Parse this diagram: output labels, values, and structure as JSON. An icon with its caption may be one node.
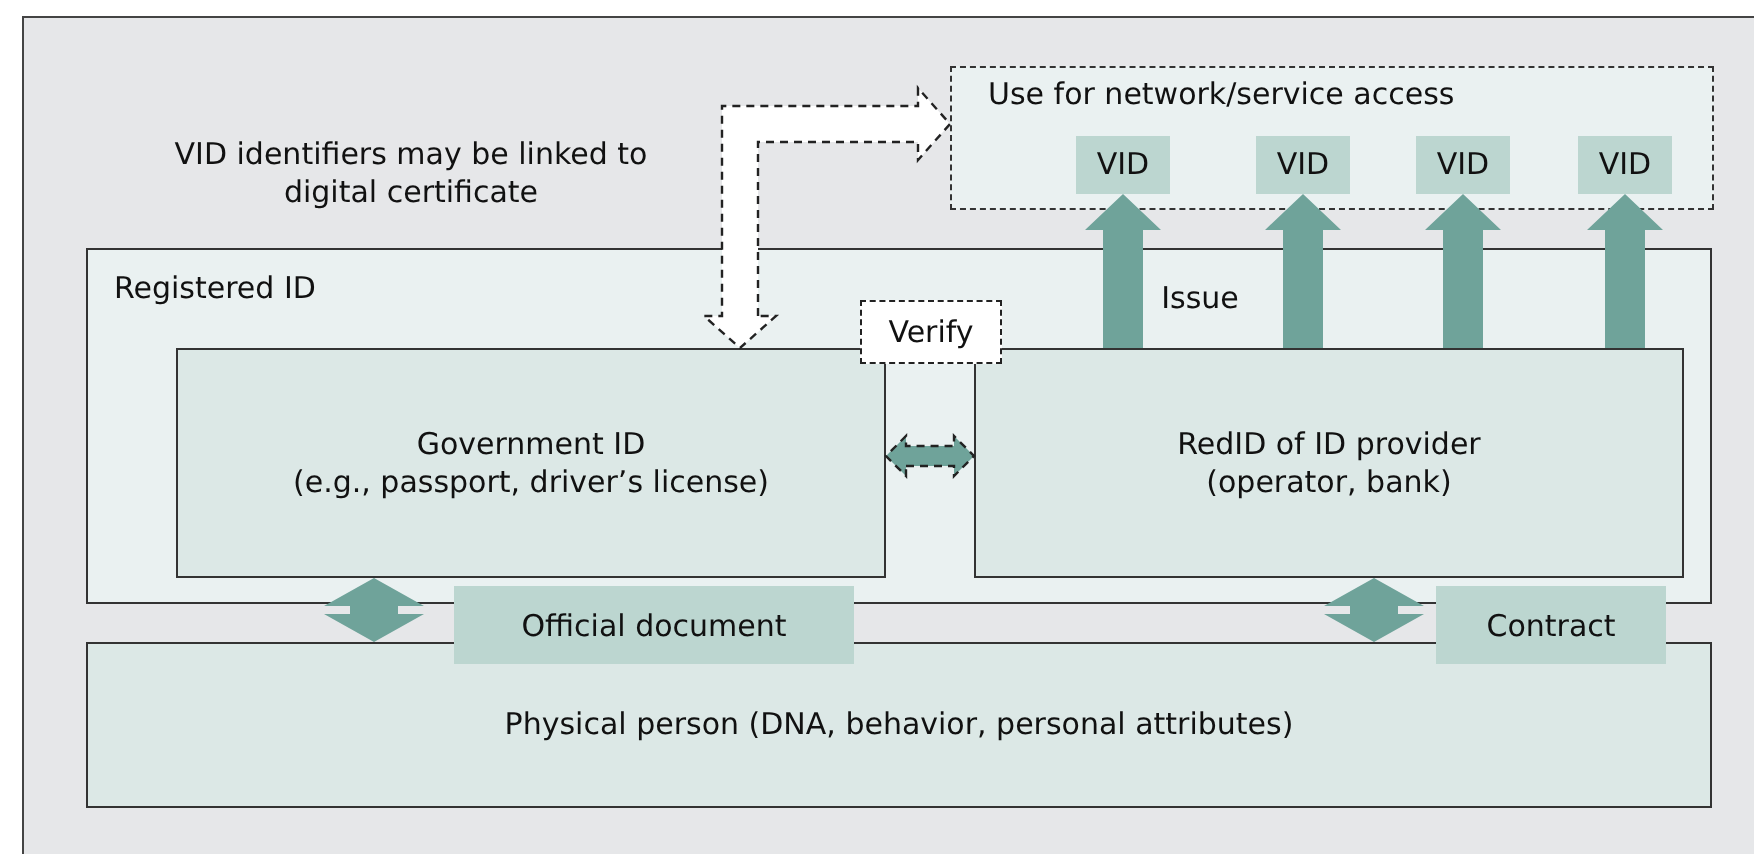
{
  "diagram": {
    "nodes": [
      {
        "text": [
          "Use for network/service access"
        ]
      },
      {
        "text": [
          "VID"
        ],
        "in": 0
      },
      {
        "text": [
          "VID"
        ],
        "in": 0
      },
      {
        "text": [
          "VID"
        ],
        "in": 0
      },
      {
        "text": [
          "VID"
        ],
        "in": 0
      },
      {
        "text": [
          "Registered ID"
        ]
      },
      {
        "text": [
          "Government ID",
          "(e.g., passport, driver’s license)"
        ],
        "in": 5
      },
      {
        "text": [
          "RedID of ID provider",
          "(operator, bank)"
        ],
        "in": 5
      },
      {
        "text": [
          "Physical person (DNA, behavior, personal attributes)"
        ]
      }
    ],
    "edges": [
      {
        "from": 6,
        "to": 0,
        "arrow": "both",
        "style": "dashed",
        "color": "#ffffff"
      },
      {
        "from": 7,
        "to": 1,
        "arrow": "to"
      },
      {
        "from": 7,
        "to": 2,
        "arrow": "to"
      },
      {
        "from": 7,
        "to": 3,
        "arrow": "to"
      },
      {
        "from": 7,
        "to": 4,
        "arrow": "to"
      },
      {
        "from": 6,
        "to": 7,
        "arrow": "both",
        "style": "dashed",
        "label": "Verify"
      },
      {
        "from": 6,
        "to": 8,
        "arrow": "both",
        "label": "Official document"
      },
      {
        "from": 7,
        "to": 8,
        "arrow": "both",
        "label": "Contract"
      }
    ],
    "labels": [
      "VID identifiers may be linked to digital certificate",
      "Issue"
    ]
  }
}
